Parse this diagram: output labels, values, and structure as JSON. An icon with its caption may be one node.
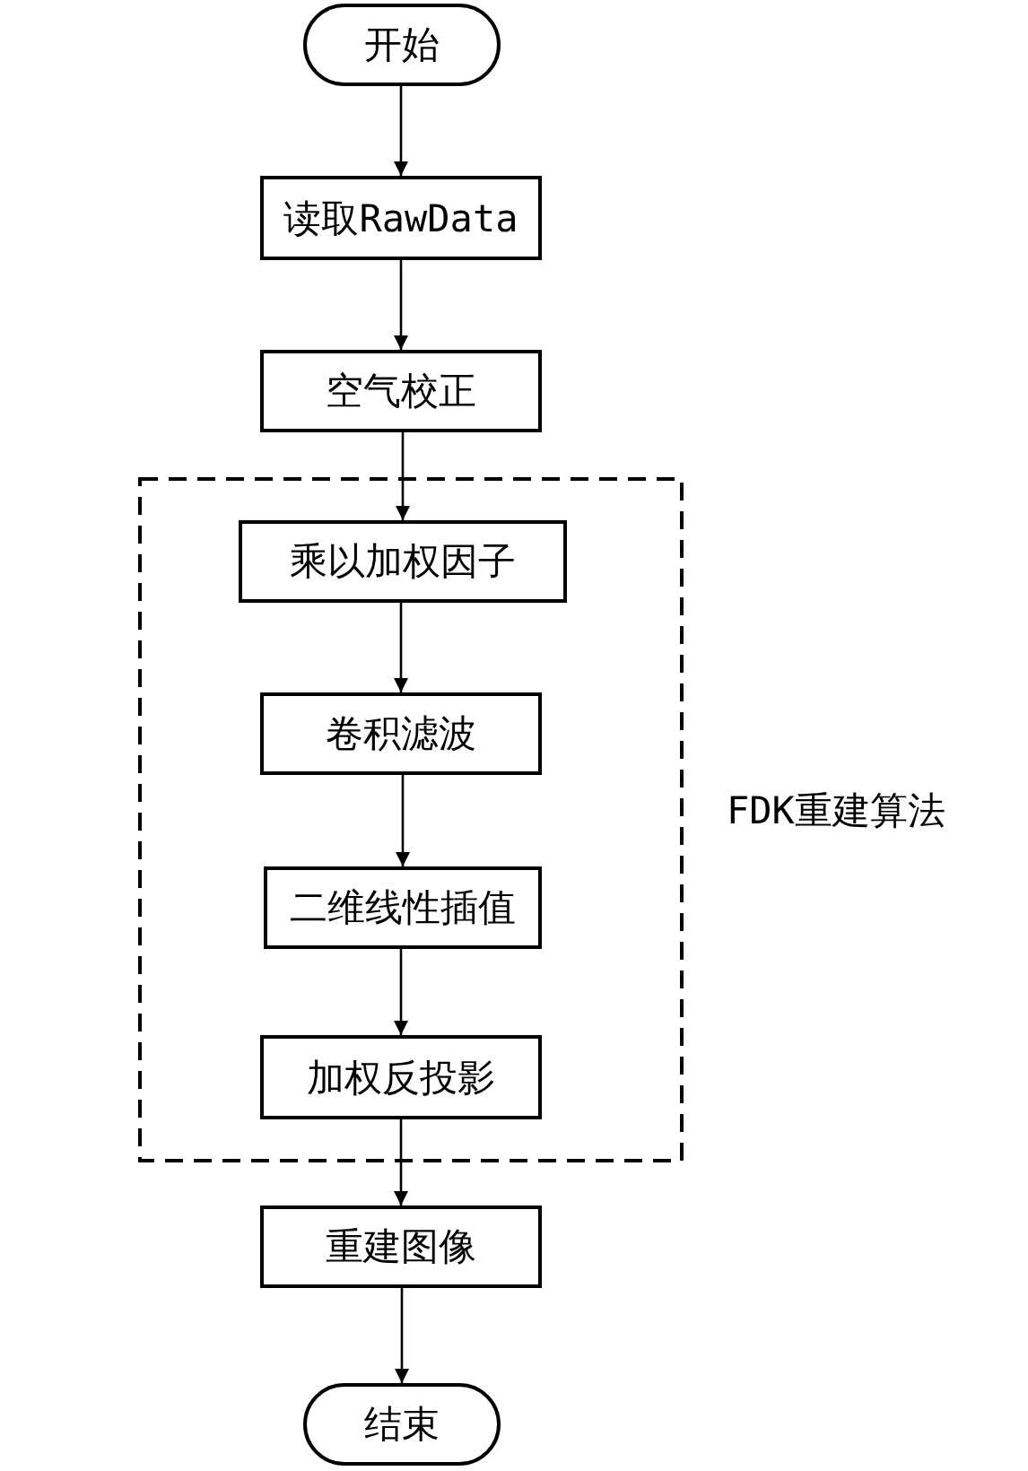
{
  "diagram": {
    "nodes": [
      {
        "text": [
          "开始"
        ]
      },
      {
        "text": [
          "读取RawData"
        ]
      },
      {
        "text": [
          "空气校正"
        ]
      },
      {
        "text": [
          "FDK重建算法"
        ]
      },
      {
        "text": [
          "乘以加权因子"
        ],
        "in": 3
      },
      {
        "text": [
          "卷积滤波"
        ],
        "in": 3
      },
      {
        "text": [
          "二维线性插值"
        ],
        "in": 3
      },
      {
        "text": [
          "加权反投影"
        ],
        "in": 3
      },
      {
        "text": [
          "重建图像"
        ]
      },
      {
        "text": [
          "结束"
        ]
      }
    ],
    "edges": [
      {
        "from": 0,
        "to": 1,
        "arrow": "to"
      },
      {
        "from": 1,
        "to": 2,
        "arrow": "to"
      },
      {
        "from": 2,
        "to": 4,
        "arrow": "to"
      },
      {
        "from": 4,
        "to": 5,
        "arrow": "to"
      },
      {
        "from": 5,
        "to": 6,
        "arrow": "to"
      },
      {
        "from": 6,
        "to": 7,
        "arrow": "to"
      },
      {
        "from": 7,
        "to": 8,
        "arrow": "to"
      },
      {
        "from": 8,
        "to": 9,
        "arrow": "to"
      }
    ]
  }
}
